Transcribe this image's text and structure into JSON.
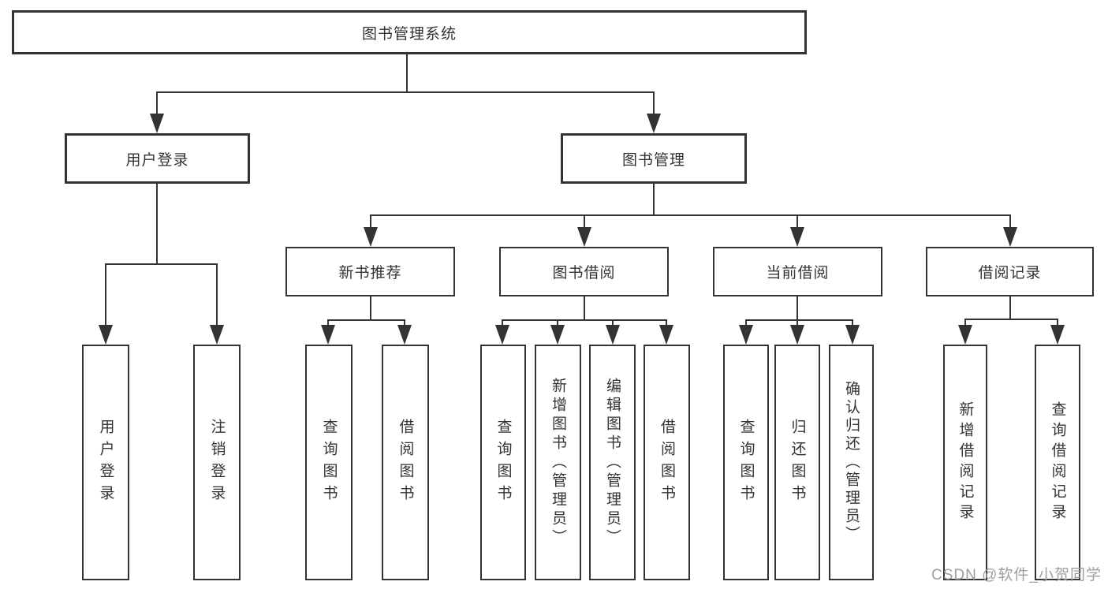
{
  "diagram_title": "图书管理系统",
  "root": {
    "label": "图书管理系统"
  },
  "level2": {
    "user_login": {
      "label": "用户登录"
    },
    "book_mgmt": {
      "label": "图书管理"
    }
  },
  "level3": {
    "new_book_rec": {
      "label": "新书推荐"
    },
    "book_borrow": {
      "label": "图书借阅"
    },
    "current_borrow": {
      "label": "当前借阅"
    },
    "borrow_records": {
      "label": "借阅记录"
    }
  },
  "leaves": {
    "user_login": {
      "label": "用户登录"
    },
    "logout": {
      "label": "注销登录"
    },
    "query_books_newrec": {
      "label": "查询图书"
    },
    "borrow_books_newrec": {
      "label": "借阅图书"
    },
    "query_books_borrow": {
      "label": "查询图书"
    },
    "add_books_admin": {
      "label": "新增图书（管理员）"
    },
    "edit_books_admin": {
      "label": "编辑图书（管理员）"
    },
    "borrow_books_borrow": {
      "label": "借阅图书"
    },
    "query_books_current": {
      "label": "查询图书"
    },
    "return_books": {
      "label": "归还图书"
    },
    "confirm_return_admin": {
      "label": "确认归还（管理员）"
    },
    "add_borrow_record": {
      "label": "新增借阅记录"
    },
    "query_borrow_record": {
      "label": "查询借阅记录"
    }
  },
  "watermark": "CSDN @软件_小贺同学",
  "colors": {
    "line": "#333333",
    "text": "#333333",
    "box_background": "#ffffff",
    "watermark": "#9e9e9e"
  }
}
